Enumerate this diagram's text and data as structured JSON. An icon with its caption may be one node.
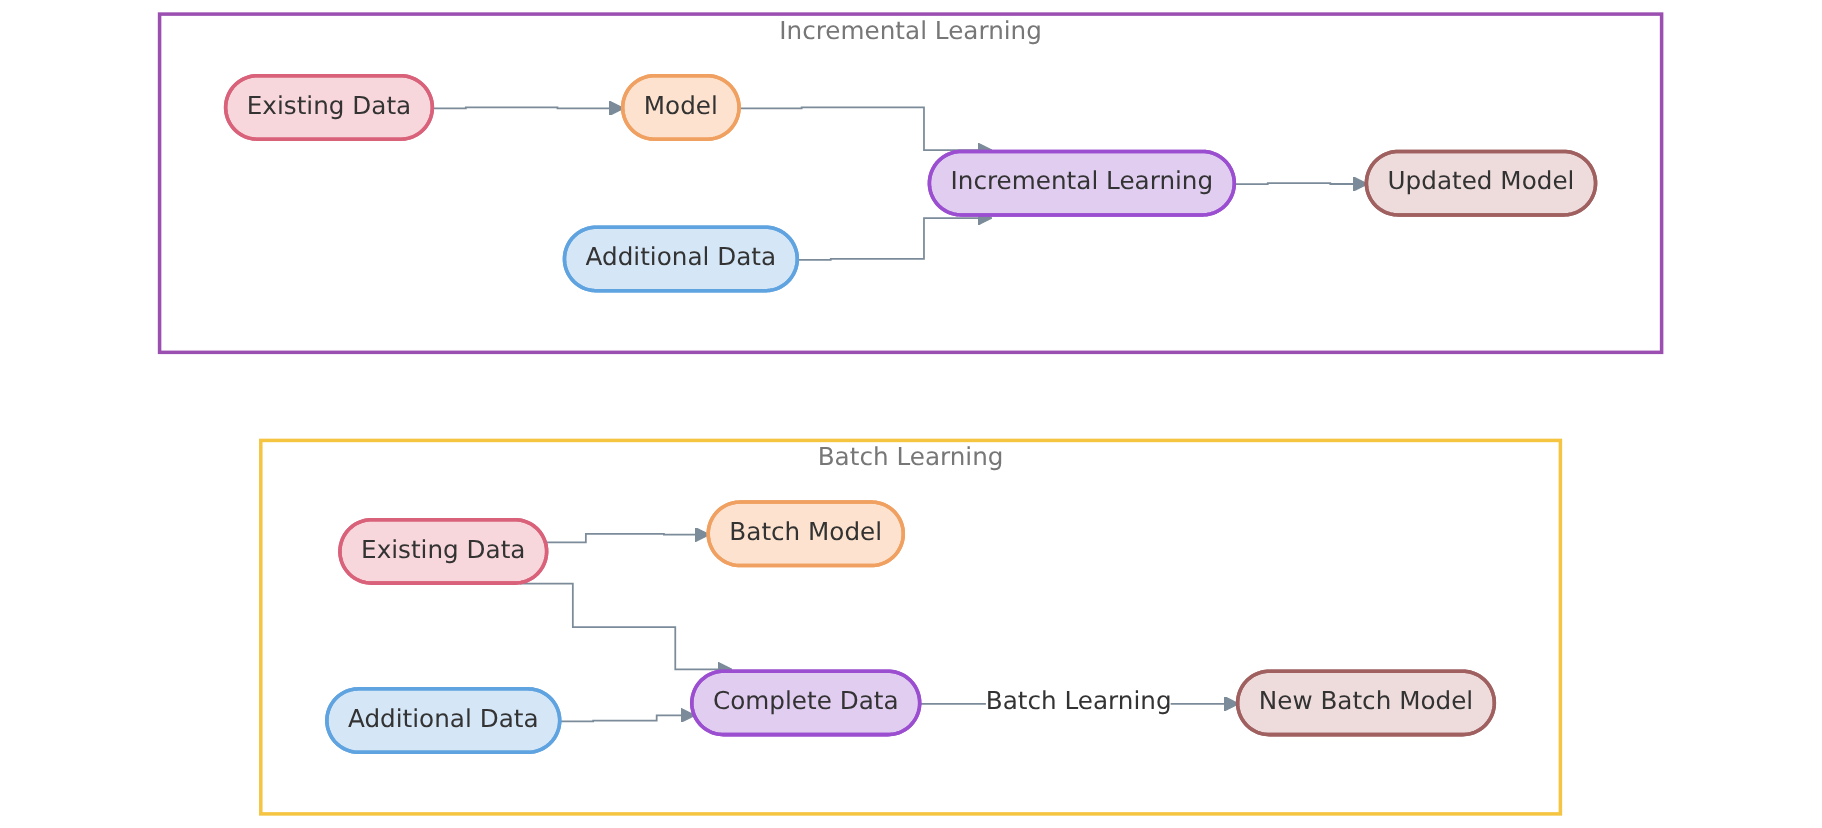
{
  "diagram": {
    "nodes": [
      {
        "text": [
          "Batch Learning"
        ]
      },
      {
        "text": [
          "Existing Data"
        ],
        "in": 0
      },
      {
        "text": [
          "Batch Model"
        ],
        "in": 0
      },
      {
        "text": [
          "Additional Data"
        ],
        "in": 0
      },
      {
        "text": [
          "Complete Data"
        ],
        "in": 0
      },
      {
        "text": [
          "New Batch Model"
        ],
        "in": 0
      },
      {
        "text": [
          "Incremental Learning"
        ]
      },
      {
        "text": [
          "Existing Data"
        ],
        "in": 6
      },
      {
        "text": [
          "Model"
        ],
        "in": 6
      },
      {
        "text": [
          "Additional Data"
        ],
        "in": 6
      },
      {
        "text": [
          "Incremental Learning"
        ],
        "in": 6
      },
      {
        "text": [
          "Updated Model"
        ],
        "in": 6
      }
    ],
    "edges": [
      {
        "from": 1,
        "to": 2,
        "arrow": "to"
      },
      {
        "from": 1,
        "to": 4,
        "arrow": "to"
      },
      {
        "from": 3,
        "to": 4,
        "arrow": "to"
      },
      {
        "from": 4,
        "to": 5,
        "arrow": "to",
        "label": "Batch Learning"
      },
      {
        "from": 7,
        "to": 8,
        "arrow": "to"
      },
      {
        "from": 8,
        "to": 10,
        "arrow": "to"
      },
      {
        "from": 9,
        "to": 10,
        "arrow": "to"
      },
      {
        "from": 10,
        "to": 11,
        "arrow": "to"
      }
    ]
  }
}
